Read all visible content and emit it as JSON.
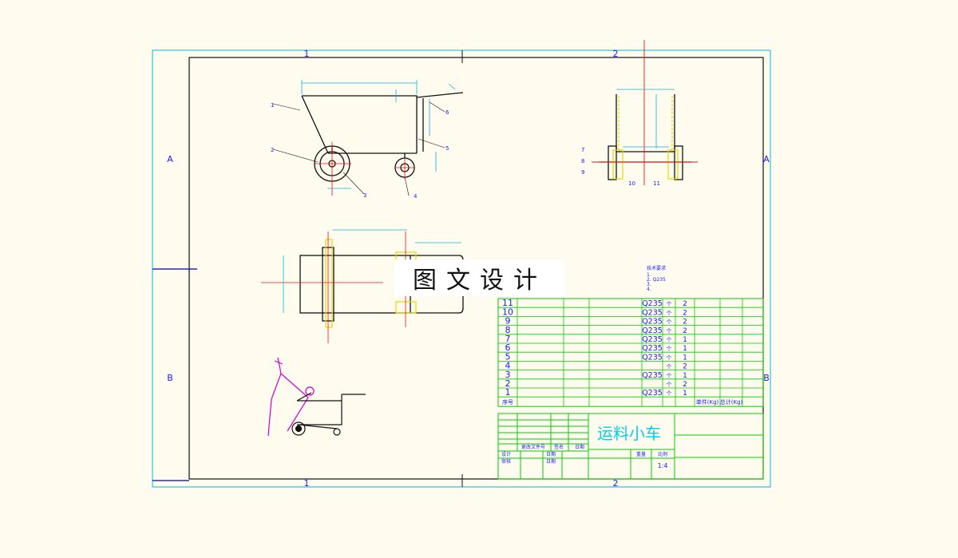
{
  "frame": {
    "col_labels": [
      "1",
      "2"
    ],
    "row_labels": [
      "A",
      "B"
    ]
  },
  "tech_notes": {
    "heading": "技术要求",
    "line1": "1.",
    "line2": "2.            Q235",
    "line3": "3.",
    "line4": "4."
  },
  "watermark": {
    "text": "图文设计"
  },
  "parts_table": {
    "rows": [
      {
        "no": "11",
        "material": "Q235",
        "unit": "个",
        "qty": "2"
      },
      {
        "no": "10",
        "material": "Q235",
        "unit": "个",
        "qty": "2"
      },
      {
        "no": "9",
        "material": "Q235",
        "unit": "个",
        "qty": "2"
      },
      {
        "no": "8",
        "material": "Q235",
        "unit": "个",
        "qty": "2"
      },
      {
        "no": "7",
        "material": "Q235",
        "unit": "个",
        "qty": "1"
      },
      {
        "no": "6",
        "material": "Q235",
        "unit": "个",
        "qty": "1"
      },
      {
        "no": "5",
        "material": "Q235",
        "unit": "个",
        "qty": "1"
      },
      {
        "no": "4",
        "material": "",
        "unit": "个",
        "qty": "2"
      },
      {
        "no": "3",
        "material": "Q235",
        "unit": "个",
        "qty": "1"
      },
      {
        "no": "2",
        "material": "",
        "unit": "个",
        "qty": "2"
      },
      {
        "no": "1",
        "material": "Q235",
        "unit": "个",
        "qty": "1"
      }
    ],
    "header": {
      "seq": "序号",
      "unit_weight": "单件(Kg)",
      "total_weight": "总计(Kg)"
    }
  },
  "title_block": {
    "drawing_title": "运料小车",
    "doc_no_label": "更改文件号",
    "sign_label": "签名",
    "date_label": "日期",
    "date2_label": "日期",
    "designer_label": "设计",
    "reviewer_label": "审核",
    "weight_label": "重量",
    "scale_label": "比例",
    "scale_value": "1:4"
  },
  "callouts": {
    "side": [
      "1",
      "2",
      "3",
      "4",
      "5",
      "6"
    ],
    "front": [
      "7",
      "8",
      "9",
      "10",
      "11"
    ]
  },
  "colors": {
    "background": "#fffcef",
    "frame": "#00b8d8",
    "table": "#00cc00",
    "drawing": "#222222",
    "centerline": "#ee1111",
    "highlight": "#e8d600",
    "sketch": "#cc00cc",
    "text": "#1a1aff"
  }
}
